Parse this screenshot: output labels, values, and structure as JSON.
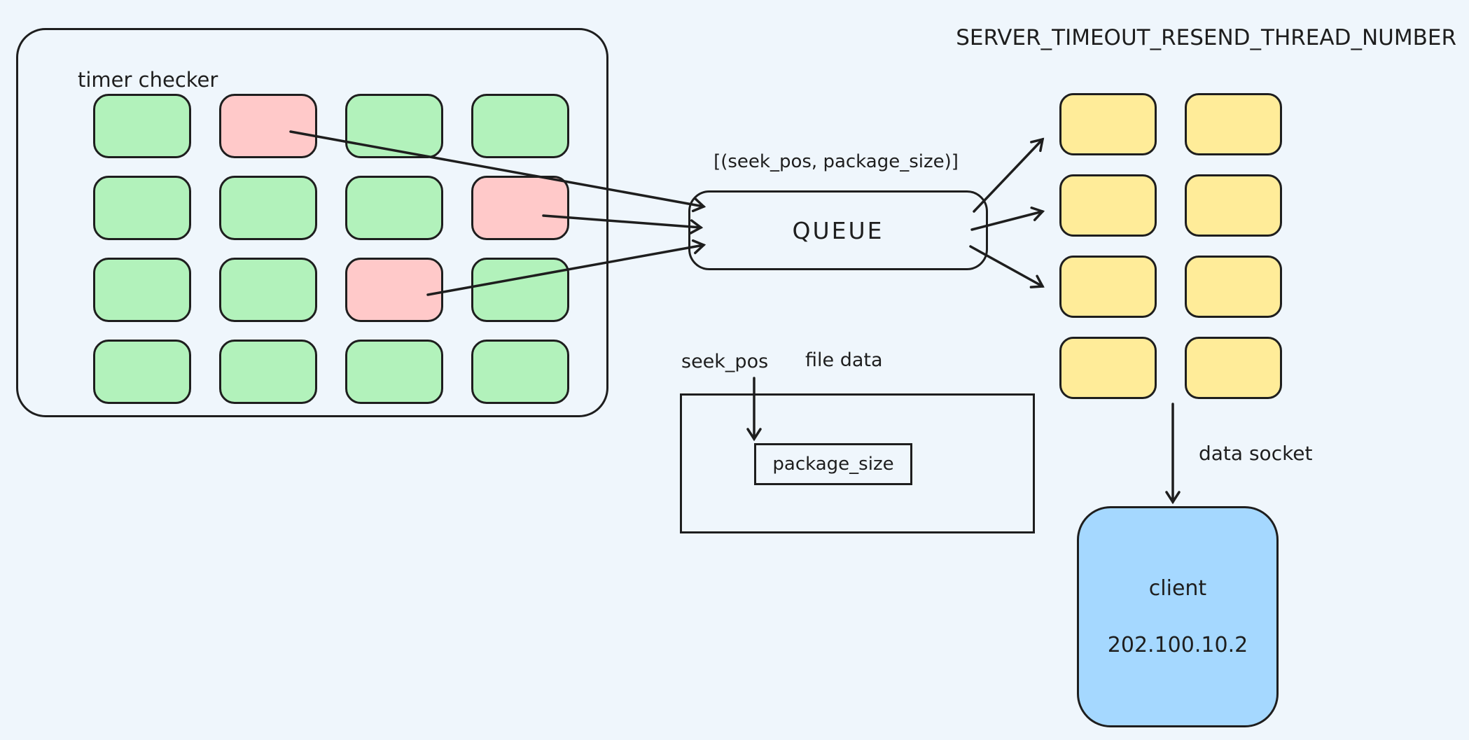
{
  "colors": {
    "background": "#eff6fc",
    "stroke": "#1e1e1e",
    "slot_ok": "#b2f2bb",
    "slot_timeout": "#ffc9c9",
    "thread": "#ffec99",
    "client": "#a5d8ff"
  },
  "timer_checker": {
    "title": "timer checker",
    "rows": 4,
    "cols": 4,
    "cells": [
      "ok",
      "timeout",
      "ok",
      "ok",
      "ok",
      "ok",
      "ok",
      "timeout",
      "ok",
      "ok",
      "timeout",
      "ok",
      "ok",
      "ok",
      "ok",
      "ok"
    ]
  },
  "queue": {
    "tuple_label": "[(seek_pos, package_size)]",
    "label": "QUEUE"
  },
  "server_threads": {
    "title": "SERVER_TIMEOUT_RESEND_THREAD_NUMBER",
    "rows": 4,
    "cols": 2,
    "count": 8
  },
  "file_data": {
    "seek_pos_label": "seek_pos",
    "title": "file data",
    "package_size_label": "package_size"
  },
  "client": {
    "name": "client",
    "ip": "202.100.10.2"
  },
  "labels": {
    "data_socket": "data socket"
  },
  "connections": [
    {
      "from": "timer-slot-r1c2",
      "to": "queue"
    },
    {
      "from": "timer-slot-r2c4",
      "to": "queue"
    },
    {
      "from": "timer-slot-r3c3",
      "to": "queue"
    },
    {
      "from": "queue",
      "to": "thread-r1c1"
    },
    {
      "from": "queue",
      "to": "thread-r2c1"
    },
    {
      "from": "queue",
      "to": "thread-r3c1"
    },
    {
      "from": "seek_pos",
      "to": "package_size"
    },
    {
      "from": "thread-grid",
      "to": "client",
      "label": "data socket"
    }
  ]
}
